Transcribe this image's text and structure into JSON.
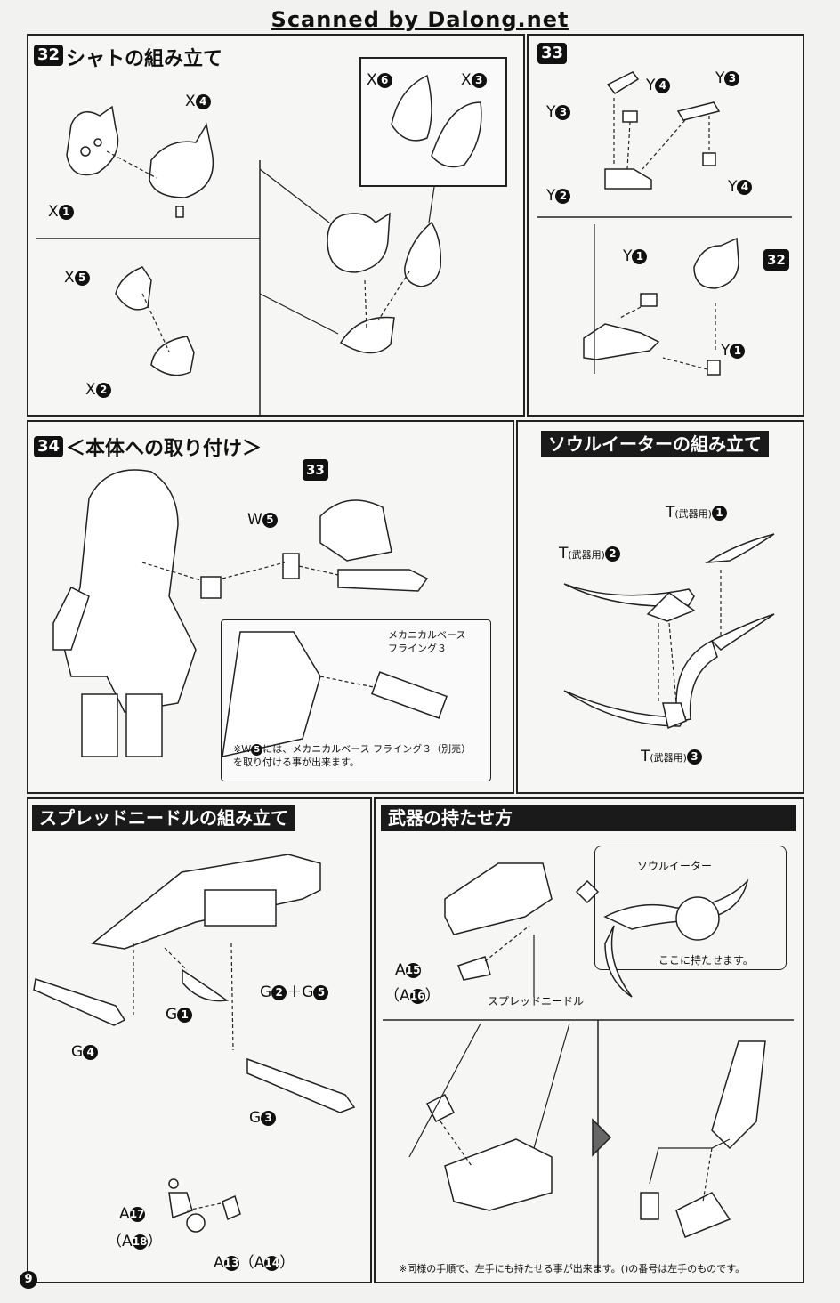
{
  "header": {
    "scan_credit": "Scanned by Dalong.net"
  },
  "steps": {
    "s32": {
      "number": "32",
      "title": "シャトの組み立て",
      "labels": {
        "x4": "X",
        "x4n": "4",
        "x1": "X",
        "x1n": "1",
        "x6": "X",
        "x6n": "6",
        "x3": "X",
        "x3n": "3",
        "x5": "X",
        "x5n": "5",
        "x2": "X",
        "x2n": "2"
      }
    },
    "s33": {
      "number": "33",
      "labels": {
        "y3a": "Y",
        "y3an": "3",
        "y4a": "Y",
        "y4an": "4",
        "y3b": "Y",
        "y3bn": "3",
        "y2": "Y",
        "y2n": "2",
        "y4b": "Y",
        "y4bn": "4",
        "y1a": "Y",
        "y1an": "1",
        "y1b": "Y",
        "y1bn": "1",
        "ref32": "32"
      }
    },
    "s34": {
      "number": "34",
      "title": "＜本体への取り付け＞",
      "labels": {
        "ref33": "33",
        "w5": "W",
        "w5n": "5"
      },
      "inset_label": [
        "メカニカルベース",
        "フライング３"
      ],
      "note": [
        "※Ｗ",
        "5",
        "には、メカニカルベース フライング３（別売）",
        "を取り付ける事が出来ます。"
      ]
    },
    "soul_eater": {
      "title": "ソウルイーターの組み立て",
      "labels": {
        "t1": "T",
        "t1sub": "(武器用)",
        "t1n": "1",
        "t2": "T",
        "t2sub": "(武器用)",
        "t2n": "2",
        "t3": "T",
        "t3sub": "(武器用)",
        "t3n": "3"
      }
    },
    "spread_needle": {
      "title": "スプレッドニードルの組み立て",
      "labels": {
        "g2": "G",
        "g2n": "2",
        "plus": "＋",
        "g5": "G",
        "g5n": "5",
        "g1": "G",
        "g1n": "1",
        "g4": "G",
        "g4n": "4",
        "g3": "G",
        "g3n": "3",
        "a17": "A",
        "a17n": "17",
        "a18": "（A",
        "a18n": "18",
        "a18close": "）",
        "a13": "A",
        "a13n": "13",
        "a14": "（A",
        "a14n": "14",
        "a14close": "）"
      }
    },
    "weapon_hold": {
      "title": "武器の持たせ方",
      "labels": {
        "a15": "A",
        "a15n": "15",
        "a16": "（A",
        "a16n": "16",
        "a16close": "）",
        "spread": "スプレッドニードル",
        "soul": "ソウルイーター",
        "hold_here": "ここに持たせます。"
      },
      "footnote": "※同様の手順で、左手にも持たせる事が出来ます。()の番号は左手のものです。"
    }
  },
  "page_number": "9"
}
